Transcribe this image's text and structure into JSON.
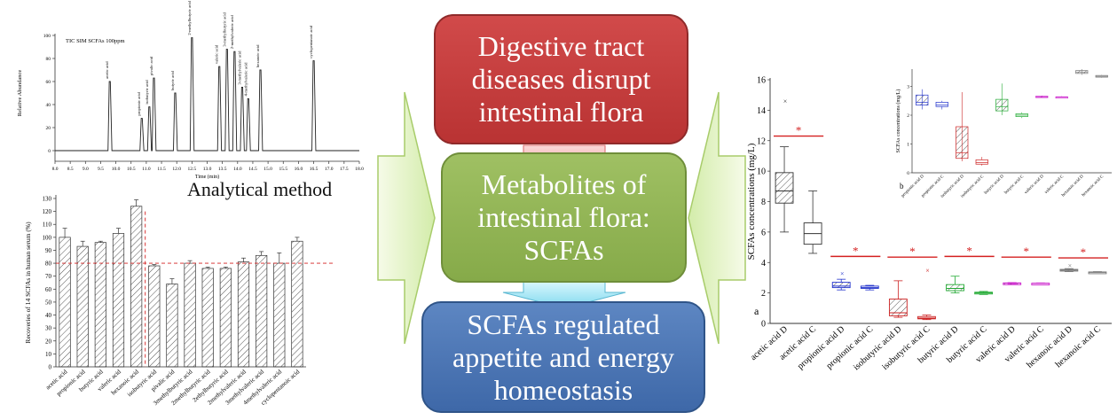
{
  "flow": {
    "box1": [
      "Digestive tract",
      "diseases disrupt",
      "intestinal flora"
    ],
    "box2": [
      "Metabolites of",
      "intestinal flora:",
      "SCFAs"
    ],
    "box3": [
      "SCFAs regulated",
      "appetite and energy",
      "homeostasis"
    ],
    "method_label": "Analytical method"
  },
  "colors": {
    "red": "#c0392b",
    "green": "#8db255",
    "blue": "#4a76b5",
    "arrow_green": "#d8efb0",
    "sig_red": "#d42020"
  },
  "chart_data": [
    {
      "type": "line",
      "title": "TIC SIM SCFAs 100ppm",
      "xlabel": "Time (min)",
      "ylabel": "Relative Abundance",
      "xlim": [
        8.0,
        18.0
      ],
      "ylim": [
        0,
        100
      ],
      "xticks": [
        "8.0",
        "8.5",
        "9.0",
        "9.5",
        "10.0",
        "10.5",
        "11.0",
        "11.5",
        "12.0",
        "12.5",
        "13.0",
        "13.5",
        "14.0",
        "14.5",
        "15.0",
        "15.5",
        "16.0",
        "16.5",
        "17.0",
        "17.5",
        "18.0"
      ],
      "yticks": [
        "0",
        "20",
        "40",
        "60",
        "80",
        "100"
      ],
      "peaks": [
        {
          "x": 9.8,
          "y": 60,
          "label": "acetic acid"
        },
        {
          "x": 10.85,
          "y": 28,
          "label": "propionic acid"
        },
        {
          "x": 11.1,
          "y": 38,
          "label": "isobutyric acid"
        },
        {
          "x": 11.25,
          "y": 63,
          "label": "pivalic acid"
        },
        {
          "x": 11.95,
          "y": 50,
          "label": "butyric acid"
        },
        {
          "x": 12.5,
          "y": 98,
          "label": "2-methylbutyric acid"
        },
        {
          "x": 13.4,
          "y": 73,
          "label": "valeric acid"
        },
        {
          "x": 13.65,
          "y": 88,
          "label": "3-methylbutyric acid"
        },
        {
          "x": 13.9,
          "y": 86,
          "label": "2-methylvaleric acid"
        },
        {
          "x": 14.15,
          "y": 55,
          "label": "3-methylvaleric acid"
        },
        {
          "x": 14.35,
          "y": 45,
          "label": "4-methylvaleric acid"
        },
        {
          "x": 14.75,
          "y": 70,
          "label": "hexanoic acid"
        },
        {
          "x": 16.5,
          "y": 78,
          "label": "cyclopentanoic acid"
        }
      ]
    },
    {
      "type": "bar",
      "ylabel": "Recoveries of 14 SCFAs in human serum (%)",
      "ylim": [
        0,
        130
      ],
      "yticks": [
        "0",
        "10",
        "20",
        "30",
        "40",
        "50",
        "60",
        "70",
        "80",
        "90",
        "100",
        "110",
        "120",
        "130"
      ],
      "categories": [
        "acetic acid",
        "propionic acid",
        "butyric acid",
        "valeric acid",
        "hexanoic acid",
        "isobutyric acid",
        "pivalic acid",
        "3methylbutyric acid",
        "2methylbutyric acid",
        "2ethylbutyric acid",
        "2methylvaleric acid",
        "3methylvaleric acid",
        "4methylvaleric acid",
        "cyclopentanoic acid"
      ],
      "values": [
        100,
        93,
        96,
        103,
        124,
        78,
        64,
        80,
        76,
        76,
        81,
        86,
        80,
        97
      ],
      "errors": [
        7,
        4,
        1,
        4,
        5,
        1,
        4,
        2,
        1,
        1,
        3,
        3,
        8,
        3
      ],
      "reference_line": 80
    },
    {
      "type": "box",
      "ylabel": "SCFAs concentrations (mg/L)",
      "panel_label": "a",
      "ylim": [
        0,
        16
      ],
      "yticks": [
        "0",
        "2",
        "4",
        "6",
        "8",
        "10",
        "12",
        "14",
        "16"
      ],
      "significance_mark": "*",
      "categories": [
        "acetic acid D",
        "acetic acid C",
        "propionic acid D",
        "propionic acid C",
        "isobutyric acid D",
        "isobutyric acid C",
        "butyric acid D",
        "butyric acid C",
        "valeric acid D",
        "valeric acid C",
        "hexanoic acid D",
        "hexanoic acid C"
      ],
      "boxes": [
        {
          "min": 6.0,
          "q1": 7.9,
          "median": 8.7,
          "q3": 9.9,
          "max": 11.6,
          "outlier": 14.6,
          "color": "#333333",
          "hatch": true
        },
        {
          "min": 4.6,
          "q1": 5.2,
          "median": 5.9,
          "q3": 6.6,
          "max": 8.7,
          "color": "#333333",
          "hatch": false
        },
        {
          "min": 2.2,
          "q1": 2.35,
          "median": 2.45,
          "q3": 2.7,
          "max": 2.9,
          "outlier": 3.3,
          "color": "#2233cc",
          "hatch": true
        },
        {
          "min": 2.2,
          "q1": 2.3,
          "median": 2.35,
          "q3": 2.45,
          "max": 2.5,
          "color": "#2233cc",
          "hatch": false
        },
        {
          "min": 0.4,
          "q1": 0.5,
          "median": 0.7,
          "q3": 1.6,
          "max": 2.8,
          "color": "#cc2222",
          "hatch": true
        },
        {
          "min": 0.25,
          "q1": 0.3,
          "median": 0.35,
          "q3": 0.45,
          "max": 0.55,
          "outlier": 3.5,
          "color": "#cc2222",
          "hatch": false
        },
        {
          "min": 2.0,
          "q1": 2.15,
          "median": 2.3,
          "q3": 2.55,
          "max": 3.1,
          "color": "#22aa33",
          "hatch": true
        },
        {
          "min": 1.9,
          "q1": 1.95,
          "median": 2.0,
          "q3": 2.05,
          "max": 2.1,
          "color": "#22aa33",
          "hatch": false
        },
        {
          "min": 2.6,
          "q1": 2.62,
          "median": 2.64,
          "q3": 2.66,
          "max": 2.68,
          "color": "#cc22cc",
          "hatch": true
        },
        {
          "min": 2.6,
          "q1": 2.62,
          "median": 2.63,
          "q3": 2.64,
          "max": 2.66,
          "color": "#cc22cc",
          "hatch": false
        },
        {
          "min": 3.4,
          "q1": 3.45,
          "median": 3.5,
          "q3": 3.55,
          "max": 3.6,
          "outlier": 3.8,
          "color": "#777777",
          "hatch": true
        },
        {
          "min": 3.3,
          "q1": 3.32,
          "median": 3.35,
          "q3": 3.38,
          "max": 3.4,
          "color": "#777777",
          "hatch": false
        }
      ],
      "significance_lines": [
        12.3,
        4.4,
        4.35,
        4.4,
        4.35,
        4.3
      ]
    },
    {
      "type": "box",
      "ylabel": "SCFAs concentrations (mg/L)",
      "panel_label": "b",
      "yticks": [
        "0",
        "1",
        "2",
        "3"
      ],
      "categories": [
        "propionic acid D",
        "propionic acid C",
        "isobutyric acid D",
        "isobutyric acid C",
        "butyric acid D",
        "butyric acid C",
        "valeric acid D",
        "valeric acid C",
        "hexanoic acid D",
        "hexanoic acid C"
      ]
    }
  ]
}
